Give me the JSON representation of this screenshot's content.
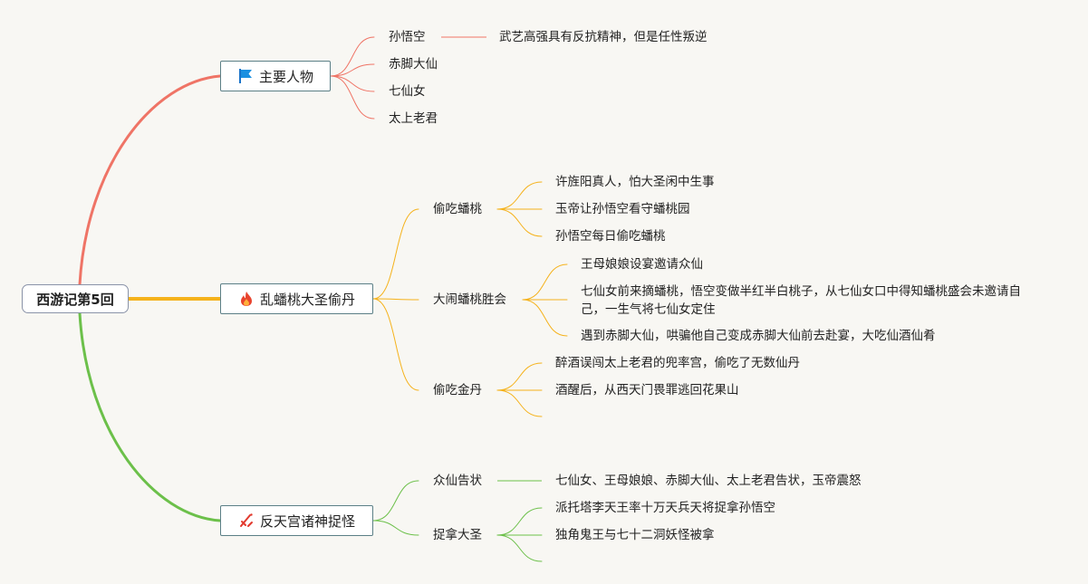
{
  "root": {
    "label": "西游记第5回"
  },
  "branches": [
    {
      "label": "主要人物",
      "icon": "flag-icon",
      "color": "#ef7466",
      "children": [
        {
          "label": "孙悟空",
          "note": "武艺高强具有反抗精神，但是任性叛逆"
        },
        {
          "label": "赤脚大仙"
        },
        {
          "label": "七仙女"
        },
        {
          "label": "太上老君"
        }
      ]
    },
    {
      "label": "乱蟠桃大圣偷丹",
      "icon": "fire-icon",
      "color": "#f5b21b",
      "children": [
        {
          "label": "偷吃蟠桃",
          "items": [
            "许旌阳真人，怕大圣闲中生事",
            "玉帝让孙悟空看守蟠桃园",
            "孙悟空每日偷吃蟠桃"
          ]
        },
        {
          "label": "大闹蟠桃胜会",
          "items": [
            "王母娘娘设宴邀请众仙",
            "七仙女前来摘蟠桃，悟空变做半红半白桃子，从七仙女口中得知蟠桃盛会未邀请自己，一生气将七仙女定住",
            "遇到赤脚大仙，哄骗他自己变成赤脚大仙前去赴宴，大吃仙酒仙肴"
          ]
        },
        {
          "label": "偷吃金丹",
          "items": [
            "醉酒误闯太上老君的兜率宫，偷吃了无数仙丹",
            "酒醒后，从西天门畏罪逃回花果山"
          ]
        }
      ]
    },
    {
      "label": "反天宫诸神捉怪",
      "icon": "crossed-swords-icon",
      "color": "#6cc04a",
      "children": [
        {
          "label": "众仙告状",
          "items": [
            "七仙女、王母娘娘、赤脚大仙、太上老君告状，玉帝震怒"
          ]
        },
        {
          "label": "捉拿大圣",
          "items": [
            "派托塔李天王率十万天兵天将捉拿孙悟空",
            "独角鬼王与七十二洞妖怪被拿"
          ]
        }
      ]
    }
  ]
}
